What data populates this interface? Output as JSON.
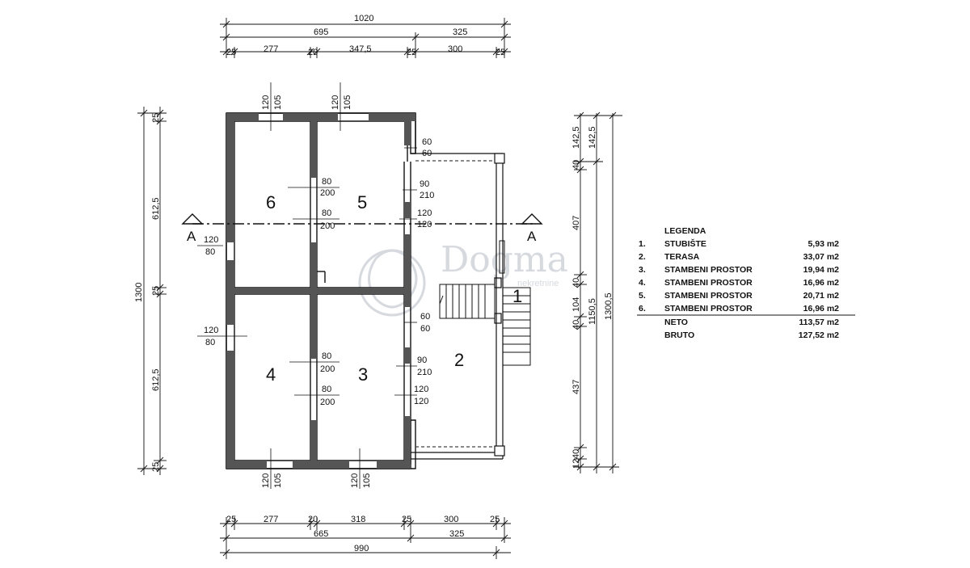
{
  "dims_top": {
    "overall": "1020",
    "sub": [
      "695",
      "325"
    ],
    "parts": [
      "25",
      "277",
      "20",
      "347,5",
      "25",
      "300",
      "25"
    ]
  },
  "dims_bottom": {
    "parts": [
      "25",
      "277",
      "20",
      "318",
      "25",
      "300",
      "25"
    ],
    "sub": [
      "665",
      "325"
    ],
    "overall": "990"
  },
  "dims_left": {
    "overall": "1300",
    "parts": [
      "25",
      "612,5",
      "25",
      "612,5",
      "25"
    ]
  },
  "dims_right": {
    "chain1": [
      "142,5",
      "40",
      "407",
      "40",
      "104",
      "40",
      "437",
      "40",
      "12"
    ],
    "chain2": [
      "142,5",
      "1150,5"
    ],
    "overall": "1300,5"
  },
  "openings": {
    "top_left": [
      "120",
      "105"
    ],
    "top_right": [
      "120",
      "105"
    ],
    "bottom_left": [
      "120",
      "105"
    ],
    "bottom_right": [
      "120",
      "105"
    ],
    "r5_window": [
      "60",
      "60"
    ],
    "r5_door": [
      "90",
      "210"
    ],
    "r5_french": [
      "120",
      "120"
    ],
    "r6_5_door": [
      "80",
      "200"
    ],
    "r6_5_door2": [
      "80",
      "200"
    ],
    "r6_left": [
      "120",
      "80"
    ],
    "r4_left": [
      "120",
      "80"
    ],
    "r3_window": [
      "60",
      "60"
    ],
    "r3_door": [
      "90",
      "210"
    ],
    "r3_french": [
      "120",
      "120"
    ],
    "r4_3_door": [
      "80",
      "200"
    ],
    "r4_3_door2": [
      "80",
      "200"
    ]
  },
  "rooms": [
    "1",
    "2",
    "3",
    "4",
    "5",
    "6"
  ],
  "section_mark": "A",
  "watermark": {
    "name": "Dogma",
    "sub": "nekretnine"
  },
  "legend": {
    "title": "LEGENDA",
    "items": [
      {
        "num": "1.",
        "name": "STUBIŠTE",
        "area": "5,93 m2"
      },
      {
        "num": "2.",
        "name": "TERASA",
        "area": "33,07 m2"
      },
      {
        "num": "3.",
        "name": "STAMBENI PROSTOR",
        "area": "19,94 m2"
      },
      {
        "num": "4.",
        "name": "STAMBENI PROSTOR",
        "area": "16,96 m2"
      },
      {
        "num": "5.",
        "name": "STAMBENI PROSTOR",
        "area": "20,71 m2"
      },
      {
        "num": "6.",
        "name": "STAMBENI PROSTOR",
        "area": "16,96 m2"
      }
    ],
    "totals": [
      {
        "name": "NETO",
        "area": "113,57 m2"
      },
      {
        "name": "BRUTO",
        "area": "127,52 m2"
      }
    ]
  }
}
